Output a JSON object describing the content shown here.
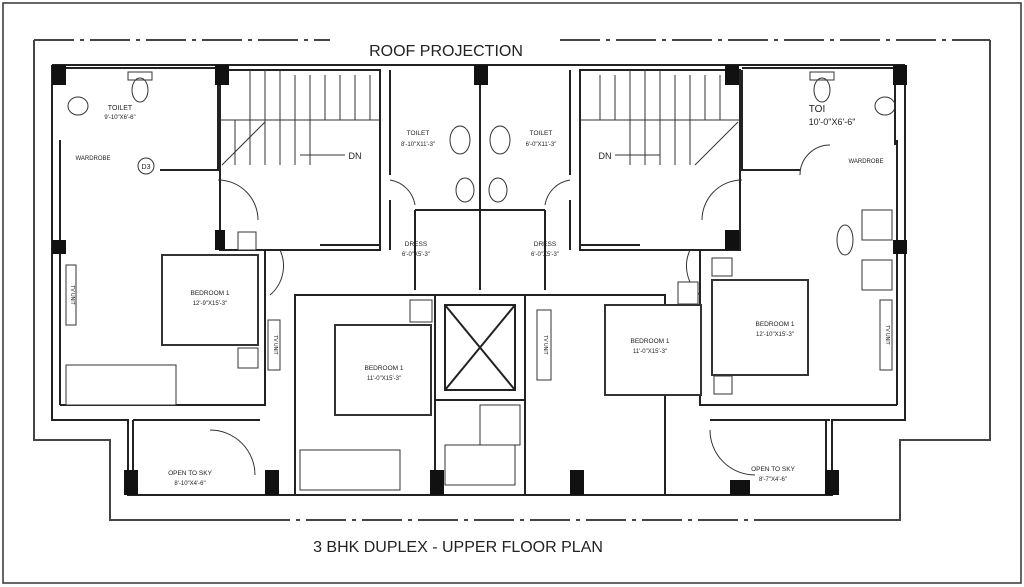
{
  "title": "3 BHK DUPLEX - UPPER  FLOOR PLAN",
  "roof_label": "ROOF PROJECTION",
  "rooms": {
    "toilet_left": {
      "name": "TOILET",
      "size": "9'-10\"X6'-6\""
    },
    "toilet_right": {
      "name": "TOI",
      "size": "10'-0\"X6'-6\""
    },
    "toilet_center_left": {
      "name": "TOILET",
      "size": "8'-10\"X11'-3\""
    },
    "toilet_center_right": {
      "name": "TOILET",
      "size": "6'-0\"X11'-3\""
    },
    "dress_left": {
      "name": "DRESS",
      "size": "6'-0\"X5'-3\""
    },
    "dress_right": {
      "name": "DRESS",
      "size": "6'-0\"X5'-3\""
    },
    "bedroom_far_left": {
      "name": "BEDROOM 1",
      "size": "12'-9\"X15'-3\""
    },
    "bedroom_center_left": {
      "name": "BEDROOM 1",
      "size": "11'-0\"X15'-3\""
    },
    "bedroom_center_right": {
      "name": "BEDROOM 1",
      "size": "11'-0\"X15'-3\""
    },
    "bedroom_far_right": {
      "name": "BEDROOM 1",
      "size": "12'-10\"X15'-3\""
    },
    "open_left": {
      "name": "OPEN TO SKY",
      "size": "8'-10\"X4'-6\""
    },
    "open_right": {
      "name": "OPEN TO SKY",
      "size": "8'-7\"X4'-6\""
    }
  },
  "labels": {
    "wardrobe": "WARDROBE",
    "dn": "DN",
    "tv_unit": "TV UNIT",
    "door_tag": "D3"
  }
}
